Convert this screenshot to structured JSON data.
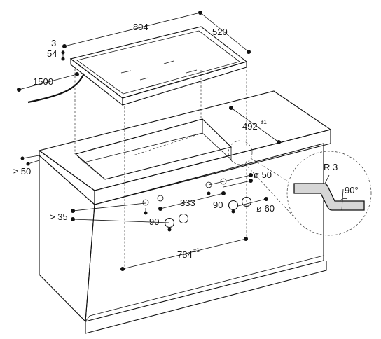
{
  "dimensions": {
    "width": "804",
    "depth": "520",
    "thickness": "3",
    "height": "54",
    "cable": "1500",
    "cutout_depth": "492",
    "cutout_depth_tol": "±1",
    "edge_min": "≥ 50",
    "knob_dia_a": "ø 50",
    "knob_dia_b": "ø 60",
    "knob_gap": "333",
    "knob_height": "> 35",
    "knob_spacing_a": "90",
    "knob_spacing_b": "90",
    "cutout_width": "784",
    "cutout_width_tol": "±1"
  },
  "detail": {
    "radius": "R 3",
    "angle": "90°"
  }
}
